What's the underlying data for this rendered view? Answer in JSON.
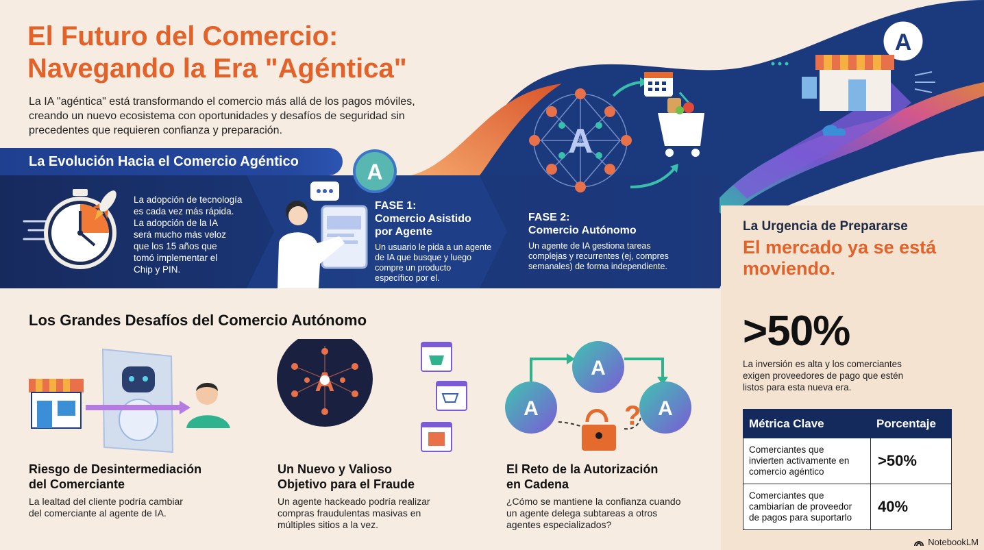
{
  "header": {
    "title_line1": "El Futuro del Comercio:",
    "title_line2": "Navegando la Era \"Agéntica\"",
    "intro_line1": "La IA \"agéntica\" está transformando el comercio más allá de los pagos móviles,",
    "intro_line2": "creando un nuevo ecosistema con oportunidades y desafíos de seguridad sin",
    "intro_line3": "precedentes que requieren confianza y preparación."
  },
  "evolution": {
    "banner": "La Evolución Hacia el Comercio Agéntico",
    "adoption_lines": [
      "La adopción de tecnología",
      "es cada vez más rápida.",
      "La adopción de la IA",
      "será mucho más veloz",
      "que los 15 años que",
      "tomó implementar el",
      "Chip y PIN."
    ],
    "phase1": {
      "label": "FASE 1:",
      "title_line1": "Comercio Asistido",
      "title_line2": "por Agente",
      "desc_lines": [
        "Un usuario le pida a un agente",
        "de IA que busque y luego",
        "compre un producto",
        "específico por el."
      ]
    },
    "phase2": {
      "label": "FASE 2:",
      "title": "Comercio Autónomo",
      "desc_lines": [
        "Un agente de IA gestiona tareas",
        "complejas y recurrentes (ej, compres",
        "semanales) de forma independiente."
      ]
    },
    "agent_letter": "A"
  },
  "urgency": {
    "subtitle": "La Urgencia de Prepararse",
    "headline_line1": "El mercado ya se está",
    "headline_line2": "moviendo.",
    "stat": ">50%",
    "stat_desc_lines": [
      "La inversión es alta y los comerciantes",
      "exigen proveedores de pago que estén",
      "listos para esta nueva era."
    ],
    "table": {
      "headers": [
        "Métrica Clave",
        "Porcentaje"
      ],
      "rows": [
        {
          "metric_lines": [
            "Comerciantes que",
            "invierten activamente en",
            "comercio agéntico"
          ],
          "value": ">50%"
        },
        {
          "metric_lines": [
            "Comerciantes que",
            "cambiarían de proveedor",
            "de pagos para suportarlo"
          ],
          "value": "40%"
        }
      ]
    }
  },
  "challenges": {
    "section_title": "Los Grandes Desafíos del Comercio Autónomo",
    "items": [
      {
        "title_line1": "Riesgo de Desintermediación",
        "title_line2": "del Comerciante",
        "desc_lines": [
          "La lealtad del cliente podría cambiar",
          "del comerciante al agente de IA."
        ]
      },
      {
        "title_line1": "Un Nuevo y Valioso",
        "title_line2": "Objetivo para el Fraude",
        "desc_lines": [
          "Un agente hackeado podría realizar",
          "compras fraudulentas masivas en",
          "múltiples sitios a la vez."
        ]
      },
      {
        "title_line1": "El Reto de la Autorización",
        "title_line2": "en Cadena",
        "desc_lines": [
          "¿Cómo se mantiene la confianza cuando",
          "un agente delega subtareas a otros",
          "agentes especializados?"
        ]
      }
    ]
  },
  "footer": {
    "brand": "NotebookLM"
  },
  "colors": {
    "accent": "#e2622a",
    "navy": "#172a5e",
    "teal": "#3fb5a8",
    "purple": "#7b5bd6"
  }
}
